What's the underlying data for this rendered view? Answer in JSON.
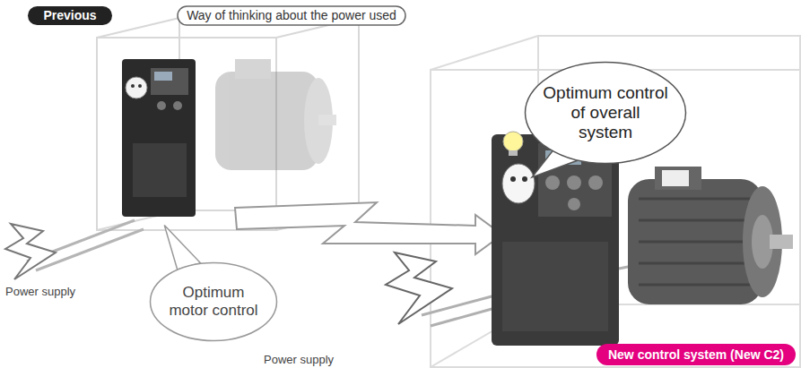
{
  "diagram": {
    "nodes": [
      {
        "text": [
          "Previous"
        ]
      },
      {
        "text": [
          "Way of thinking about the power used"
        ]
      },
      {
        "text": [
          "Optimum motor control"
        ]
      },
      {
        "text": [
          "Optimum control of overall system"
        ]
      },
      {
        "text": [
          "New control system (New C2)"
        ]
      }
    ],
    "labels": [
      "Power supply",
      "Power supply"
    ]
  }
}
